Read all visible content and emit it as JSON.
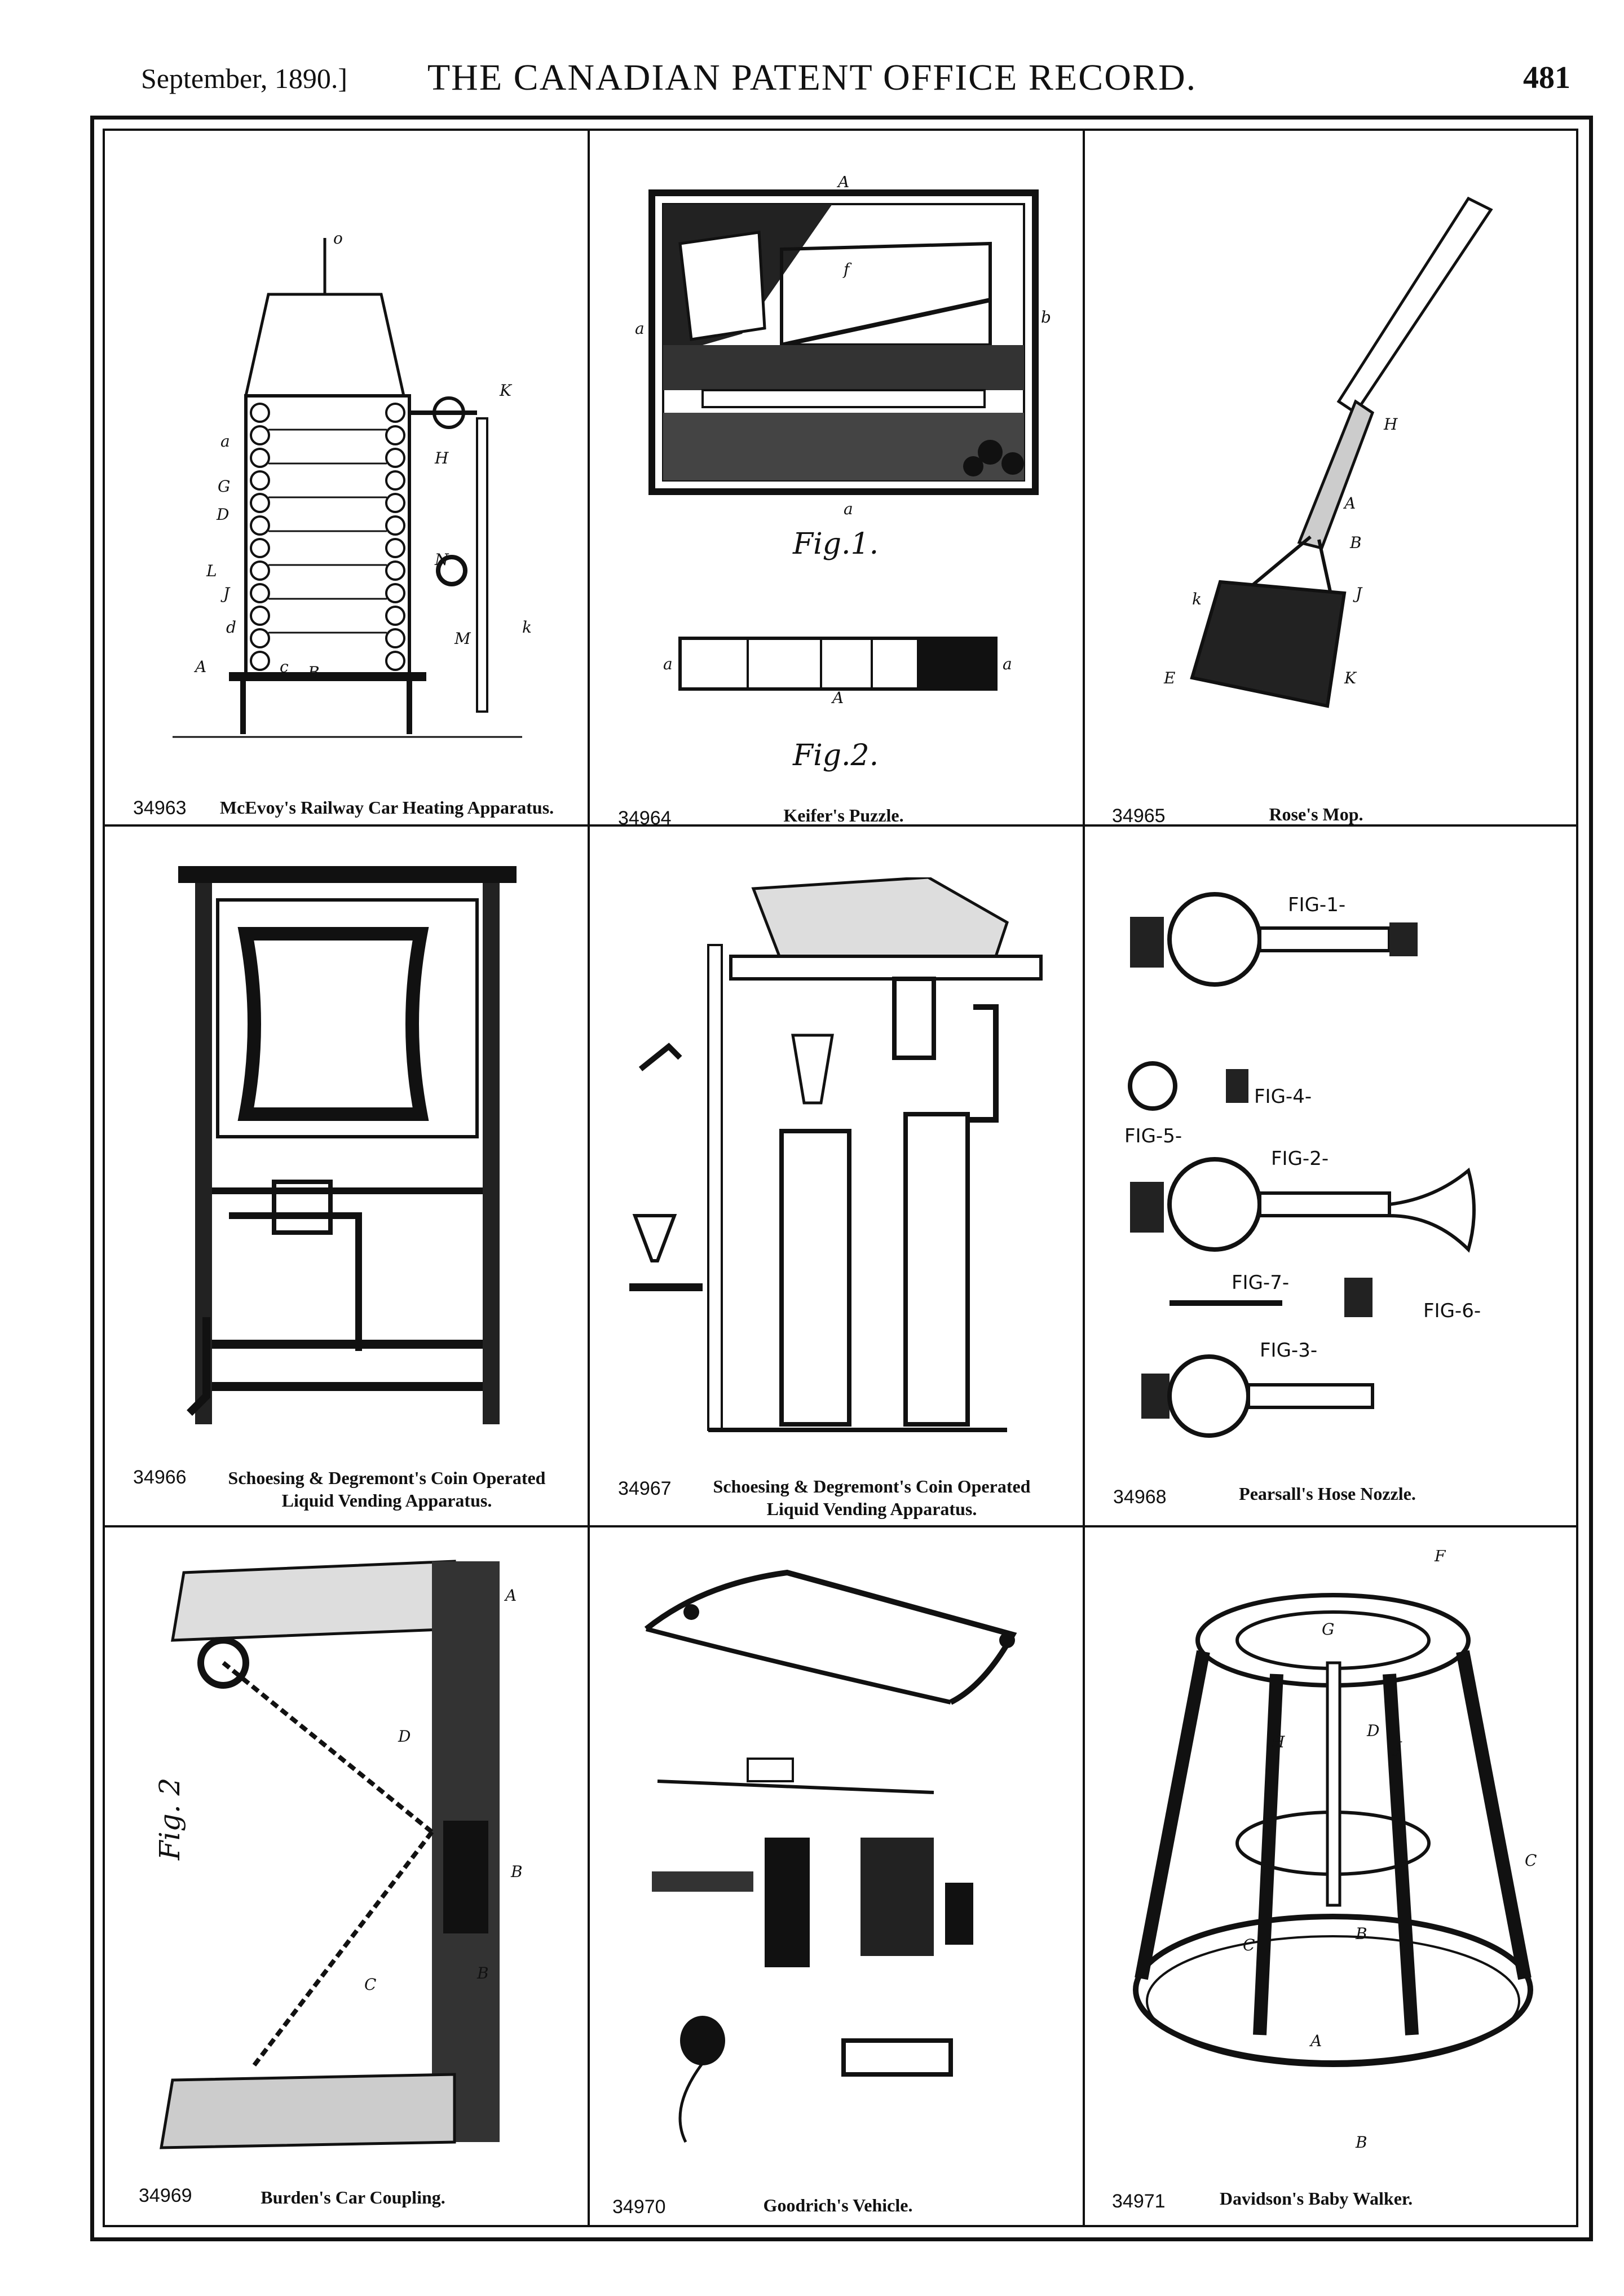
{
  "header": {
    "date": "September, 1890.]",
    "title": "THE CANADIAN PATENT OFFICE RECORD.",
    "page_number": "481"
  },
  "entries": [
    {
      "number": "34963",
      "title": "McEvoy's Railway Car Heating Apparatus."
    },
    {
      "number": "34964",
      "title": "Keifer's Puzzle."
    },
    {
      "number": "34965",
      "title": "Rose's Mop."
    },
    {
      "number": "34966",
      "title_line1": "Schoesing & Degremont's Coin Operated",
      "title_line2": "Liquid Vending Apparatus."
    },
    {
      "number": "34967",
      "title_line1": "Schoesing & Degremont's Coin Operated",
      "title_line2": "Liquid Vending Apparatus."
    },
    {
      "number": "34968",
      "title": "Pearsall's Hose Nozzle."
    },
    {
      "number": "34969",
      "title": "Burden's Car Coupling."
    },
    {
      "number": "34970",
      "title": "Goodrich's Vehicle."
    },
    {
      "number": "34971",
      "title": "Davidson's Baby Walker."
    }
  ],
  "figure_labels": {
    "puzzle_fig1": "Fig.1.",
    "puzzle_fig2": "Fig.2.",
    "coupling_fig": "Fig. 2",
    "nozzle_fig1": "FIG-1-",
    "nozzle_fig2": "FIG-2-",
    "nozzle_fig3": "FIG-3-",
    "nozzle_fig4": "FIG-4-",
    "nozzle_fig5": "FIG-5-",
    "nozzle_fig6": "FIG-6-",
    "nozzle_fig7": "FIG-7-"
  }
}
